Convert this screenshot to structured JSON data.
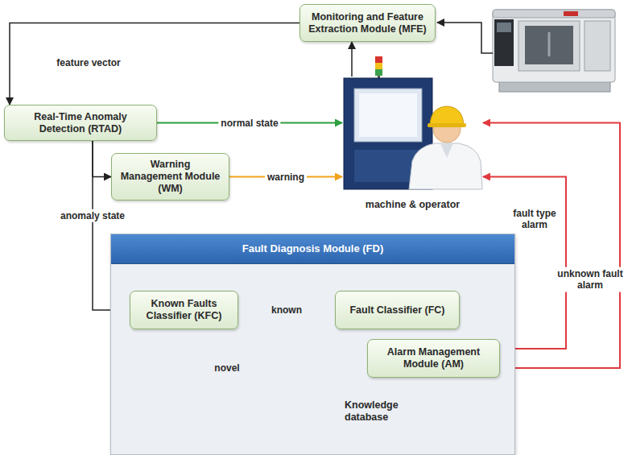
{
  "diagram": {
    "nodes": [
      {
        "text": [
          "Monitoring and Feature Extraction Module (MFE)"
        ]
      },
      {
        "text": [
          "Real-Time Anomaly Detection (RTAD)"
        ]
      },
      {
        "text": [
          "Warning Management Module (WM)"
        ]
      },
      {
        "text": [
          "machine & operator"
        ]
      },
      {
        "text": [
          "Fault Diagnosis Module (FD)"
        ]
      },
      {
        "text": [
          "Known Faults Classifier (KFC)"
        ],
        "in": 4
      },
      {
        "text": [
          "Fault Classifier (FC)"
        ],
        "in": 4
      },
      {
        "text": [
          "Alarm Management Module (AM)"
        ],
        "in": 4
      },
      {
        "text": [
          "Knowledge database"
        ],
        "in": 4
      }
    ],
    "edges": [
      {
        "from": 0,
        "to": 1,
        "label": "feature vector",
        "arrow": "to"
      },
      {
        "from": 1,
        "to": 3,
        "label": "normal state",
        "arrow": "to"
      },
      {
        "from": 1,
        "to": 2,
        "arrow": "to"
      },
      {
        "from": 2,
        "to": 3,
        "label": "warning",
        "arrow": "to"
      },
      {
        "from": 1,
        "to": 5,
        "label": "anomaly state",
        "arrow": "to"
      },
      {
        "from": 5,
        "to": 6,
        "label": "known",
        "arrow": "to"
      },
      {
        "from": 6,
        "to": 7,
        "arrow": "to"
      },
      {
        "from": 5,
        "to": 7,
        "label": "novel",
        "arrow": "to"
      },
      {
        "from": 5,
        "to": 8,
        "arrow": "to"
      },
      {
        "from": 7,
        "to": 3,
        "label": "fault type alarm",
        "arrow": "to"
      },
      {
        "from": 7,
        "to": 3,
        "label": "unknown fault alarm",
        "arrow": "to"
      },
      {
        "from": 3,
        "to": 0,
        "arrow": "to"
      }
    ]
  }
}
